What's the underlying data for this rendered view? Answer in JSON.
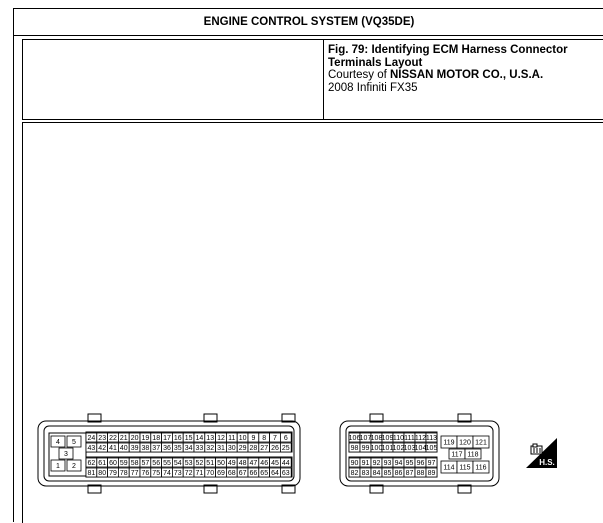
{
  "header": {
    "title": "ENGINE CONTROL SYSTEM (VQ35DE)"
  },
  "caption": {
    "fig_title_line1": "Fig. 79: Identifying ECM Harness Connector",
    "fig_title_line2": "Terminals Layout",
    "courtesy_prefix": "Courtesy of ",
    "courtesy_company": "NISSAN MOTOR CO., U.S.A.",
    "vehicle": "2008 Infiniti FX35"
  },
  "connector_left": {
    "side_terminals": [
      "4",
      "5",
      "3",
      "1",
      "2"
    ],
    "row1": [
      "24",
      "23",
      "22",
      "21",
      "20",
      "19",
      "18",
      "17",
      "16",
      "15",
      "14",
      "13",
      "12",
      "11",
      "10",
      "9",
      "8",
      "7",
      "6"
    ],
    "row2": [
      "43",
      "42",
      "41",
      "40",
      "39",
      "38",
      "37",
      "36",
      "35",
      "34",
      "33",
      "32",
      "31",
      "30",
      "29",
      "28",
      "27",
      "26",
      "25"
    ],
    "row3": [
      "62",
      "61",
      "60",
      "59",
      "58",
      "57",
      "56",
      "55",
      "54",
      "53",
      "52",
      "51",
      "50",
      "49",
      "48",
      "47",
      "46",
      "45",
      "44"
    ],
    "row4": [
      "81",
      "80",
      "79",
      "78",
      "77",
      "76",
      "75",
      "74",
      "73",
      "72",
      "71",
      "70",
      "69",
      "68",
      "67",
      "66",
      "65",
      "64",
      "63"
    ]
  },
  "connector_right": {
    "row1": [
      "106",
      "107",
      "108",
      "109",
      "110",
      "111",
      "112",
      "113"
    ],
    "row2": [
      "98",
      "99",
      "100",
      "101",
      "102",
      "103",
      "104",
      "105"
    ],
    "row3": [
      "90",
      "91",
      "92",
      "93",
      "94",
      "95",
      "96",
      "97"
    ],
    "row4": [
      "82",
      "83",
      "84",
      "85",
      "86",
      "87",
      "88",
      "89"
    ],
    "side_top": [
      "119",
      "120",
      "121"
    ],
    "side_mid": [
      "117",
      "118"
    ],
    "side_bot": [
      "114",
      "115",
      "116"
    ]
  },
  "hs_symbol": {
    "label": "H.S.",
    "icon": "harness-side-icon"
  }
}
